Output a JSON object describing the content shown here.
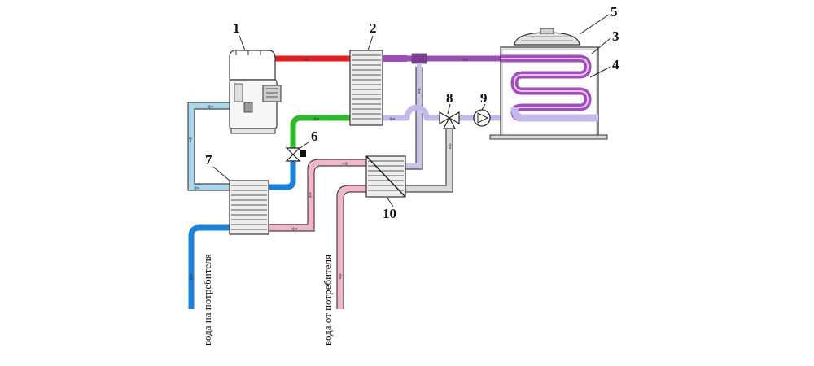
{
  "labels": {
    "n1": "1",
    "n2": "2",
    "n3": "3",
    "n4": "4",
    "n5": "5",
    "n6": "6",
    "n7": "7",
    "n8": "8",
    "n9": "9",
    "n10": "10",
    "water_to_consumer": "вода на потребителя",
    "water_from_consumer": "вода от потребителя"
  },
  "colors": {
    "hot": "#e02020",
    "purple": "#9b4fb5",
    "lilac": "#c9a8d8",
    "light_lilac": "#b8b0e0",
    "green": "#2db82d",
    "blue": "#1e7fd8",
    "light_blue": "#a9d8ee",
    "pink": "#f2b6c6",
    "gray": "#bfbfbf"
  }
}
